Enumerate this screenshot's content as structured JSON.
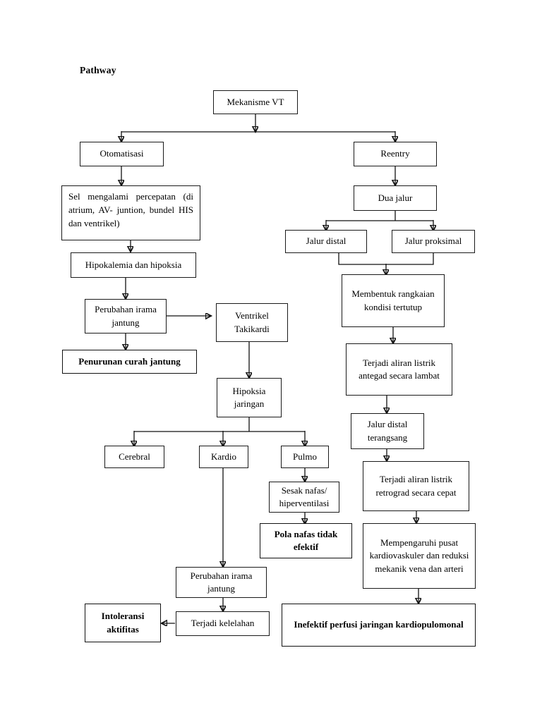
{
  "document": {
    "title": "Pathway"
  },
  "nodes": {
    "mekanisme_vt": "Mekanisme VT",
    "otomatisasi": "Otomatisasi",
    "reentry": "Reentry",
    "sel_mengalami": "Sel mengalami percepatan (di atrium, AV- juntion, bundel HIS dan ventrikel)",
    "dua_jalur": "Dua jalur",
    "jalur_distal": "Jalur distal",
    "jalur_proksimal": "Jalur proksimal",
    "hipokalemia": "Hipokalemia dan hipoksia",
    "membentuk": "Membentuk rangkaian kondisi tertutup",
    "perubahan_irama": "Perubahan irama jantung",
    "ventrikel_takikardi": "Ventrikel Takikardi",
    "terjadi_antegad": "Terjadi aliran listrik antegad secara lambat",
    "penurunan_curah": "Penurunan curah jantung",
    "hipoksia_jaringan": "Hipoksia jaringan",
    "jalur_distal_terangsang": "Jalur distal terangsang",
    "cerebral": "Cerebral",
    "kardio": "Kardio",
    "pulmo": "Pulmo",
    "terjadi_retrograd": "Terjadi aliran listrik retrograd  secara cepat",
    "sesak_nafas": "Sesak nafas/ hiperventilasi",
    "mempengaruhi": "Mempengaruhi pusat kardiovaskuler dan reduksi mekanik vena dan arteri",
    "pola_nafas": "Pola nafas tidak efektif",
    "perubahan_irama2": "Perubahan irama jantung",
    "intoleransi": "Intoleransi aktifitas",
    "terjadi_kelelahan": "Terjadi kelelahan",
    "inefektif_perfusi": "Inefektif perfusi jaringan kardiopulomonal"
  },
  "colors": {
    "stroke": "#111111",
    "background": "#ffffff",
    "text": "#000000"
  }
}
